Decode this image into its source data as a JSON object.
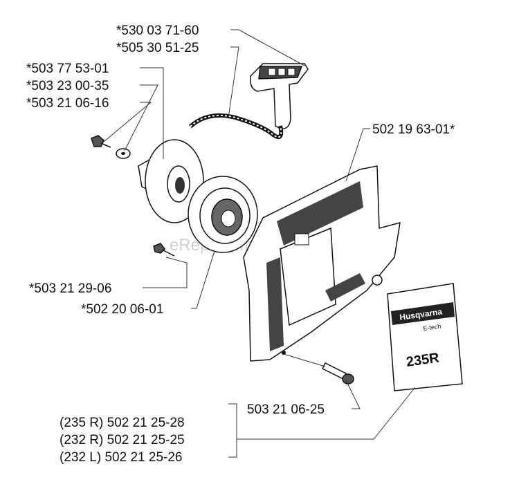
{
  "colors": {
    "ink": "#111111",
    "leader": "#333333",
    "watermark": "#d0d0d0",
    "shade": "#444444"
  },
  "watermark": "eReplacementParts.com",
  "labels": {
    "handle_1": "*530 03 71-60",
    "rope": "*505 30 51-25",
    "pulley_a": "*503 77 53-01",
    "pulley_b": "*503 23 00-35",
    "pulley_c": "*503 21 06-16",
    "cover": "502 19 63-01*",
    "screw_small": "*503 21 29-06",
    "spring_housing": "*502 20 06-01",
    "screw_cover": "503 21 06-25",
    "decal_235r": "(235 R) 502 21 25-28",
    "decal_232r": "(232 R) 502 21 25-25",
    "decal_232l": "(232 L) 502 21 25-26"
  },
  "decal": {
    "brand": "Husqvarna",
    "sub": "E-tech",
    "model": "235R"
  }
}
